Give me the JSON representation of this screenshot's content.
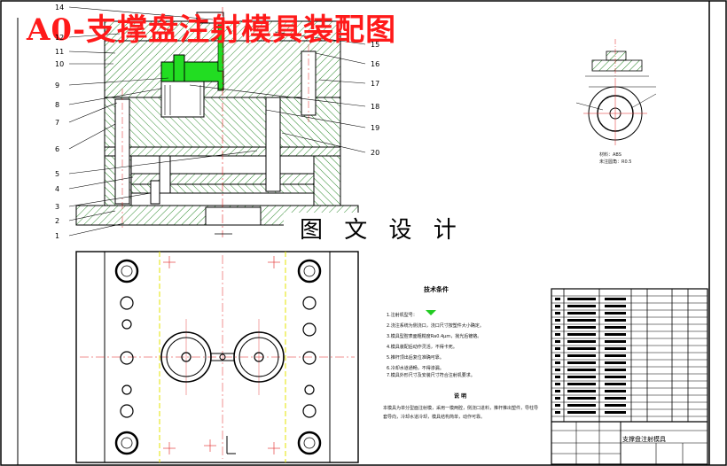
{
  "title": "A0-支撑盘注射模具装配图",
  "watermark": "图 文 设 计",
  "callouts_left": [
    "14",
    "12",
    "11",
    "10",
    "9",
    "8",
    "7",
    "6",
    "5",
    "4",
    "3",
    "2",
    "1"
  ],
  "callouts_right": [
    "15",
    "16",
    "17",
    "18",
    "19",
    "20"
  ],
  "part_note_1": "材料：ABS",
  "part_note_2": "未注圆角：R0.5",
  "tech_req": {
    "title": "技术条件",
    "items": [
      "1.注射机型号：",
      "2.浇注系统为侧浇口，浇口尺寸按塑件大小确定。",
      "3.模具型腔表面粗糙度Ra0.4μm，抛光后镀铬。",
      "4.模具装配后动作灵活，不得卡死。",
      "5.推杆顶出后复位准确可靠。",
      "6.冷却水道通畅，不得渗漏。",
      "7.模具外形尺寸及安装尺寸符合注射机要求。"
    ]
  },
  "description": {
    "title": "说 明",
    "text": "本模具为单分型面注射模，采用一模两腔，侧浇口进料，推杆推出塑件，导柱导套导向，冷却水道冷却，模具结构简单，动作可靠。"
  },
  "title_block": {
    "drawing_name": "支撑盘注射模具"
  },
  "colors": {
    "title_red": "#ff1a1a",
    "hatch_green": "#2d8a2d",
    "green_bright": "#22dd22",
    "yellow_center": "#e6e600",
    "red_centerline": "#e02020",
    "outline": "#000000"
  }
}
